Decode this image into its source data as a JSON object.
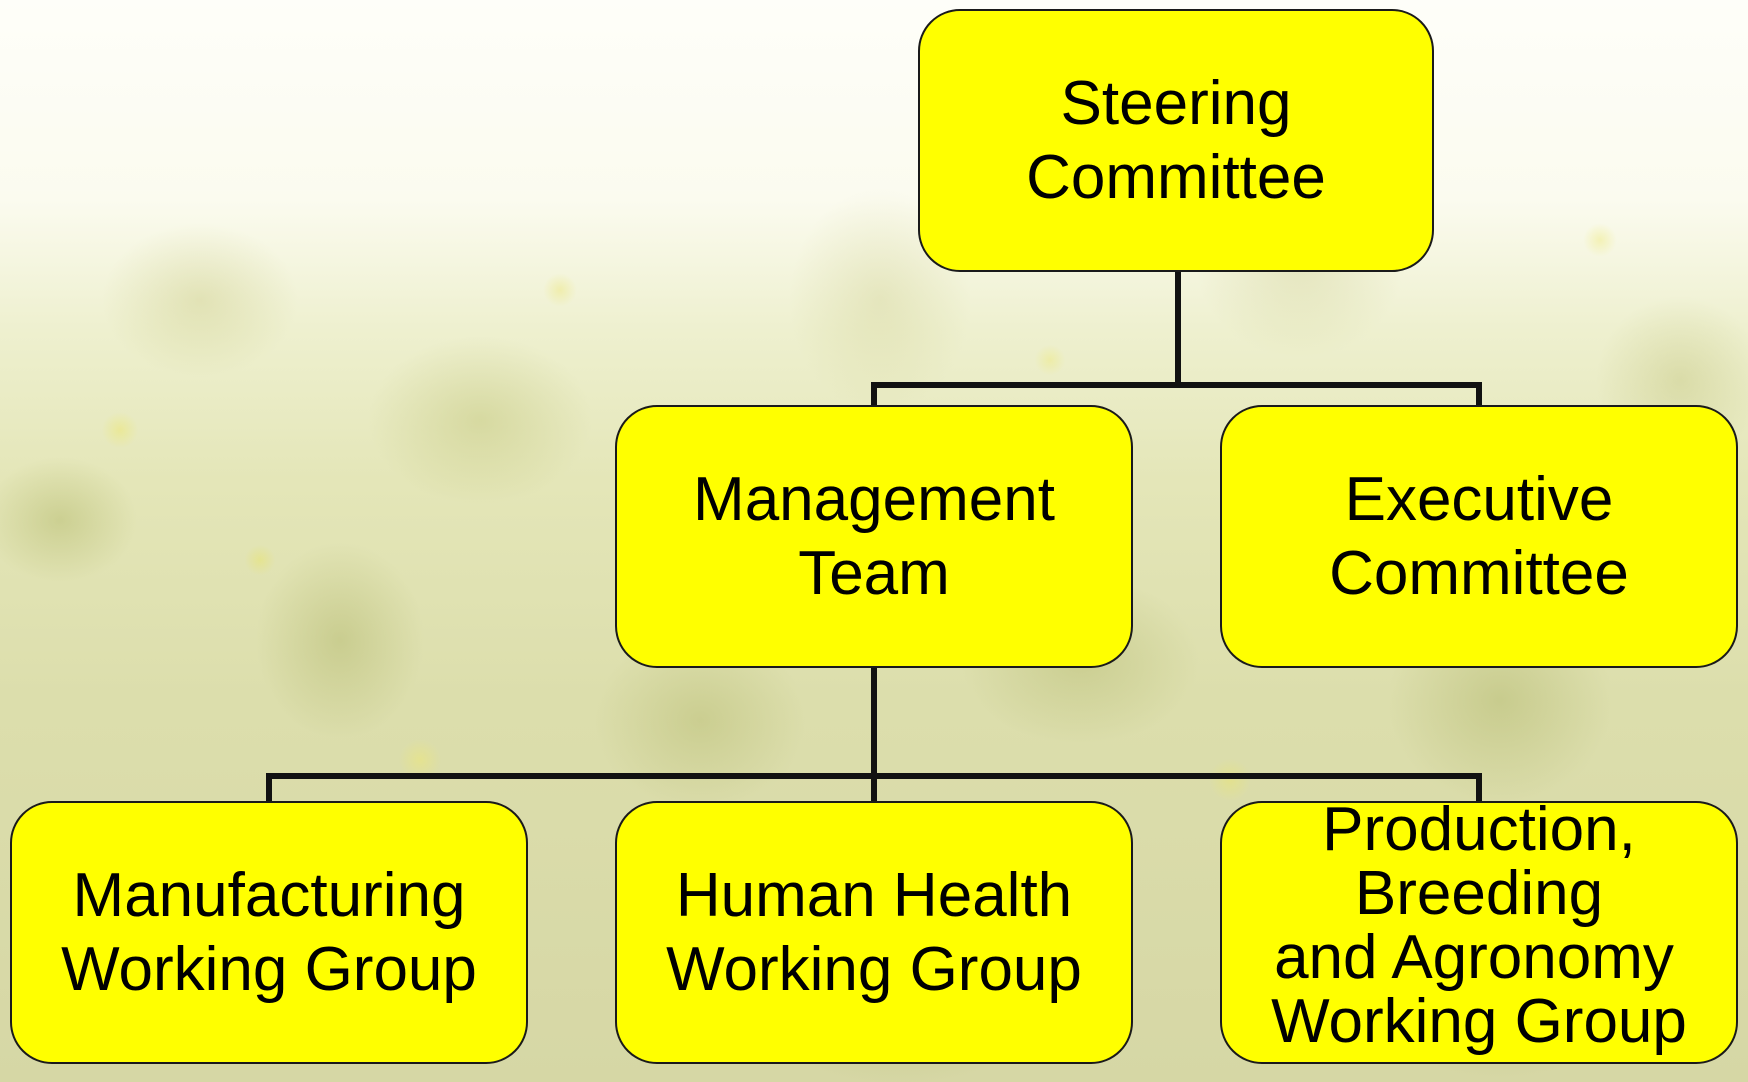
{
  "org_chart": {
    "steering": {
      "line1": "Steering",
      "line2": "Committee"
    },
    "management": {
      "line1": "Management",
      "line2": "Team"
    },
    "executive": {
      "line1": "Executive",
      "line2": "Committee"
    },
    "manufacturing": {
      "line1": "Manufacturing",
      "line2": "Working Group"
    },
    "health": {
      "line1": "Human Health",
      "line2": "Working Group"
    },
    "production": {
      "line1": "Production,",
      "line2": "Breeding",
      "line3": "and Agronomy",
      "line4": "Working Group"
    }
  },
  "colors": {
    "box_fill": "#ffff00",
    "box_border": "#1a1a1a",
    "connector": "#111111",
    "text": "#000000"
  }
}
